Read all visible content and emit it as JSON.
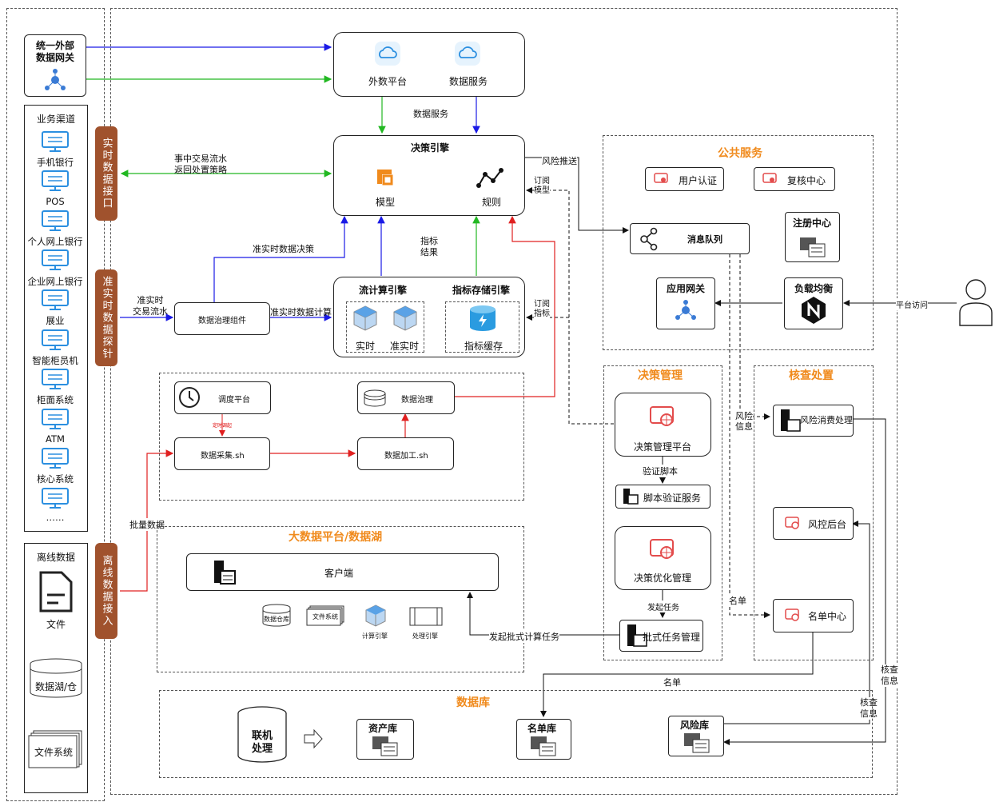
{
  "gateway": {
    "title": "统一外部\n数据网关"
  },
  "channels": {
    "title": "业务渠道",
    "items": [
      "手机银行",
      "POS",
      "个人网上银行",
      "企业网上银行",
      "展业",
      "智能柜员机",
      "柜面系统",
      "ATM",
      "核心系统",
      "……"
    ]
  },
  "offline": {
    "title": "离线数据",
    "file": "文件",
    "lake": "数据湖/仓",
    "fs": "文件系统"
  },
  "vbars": {
    "realtime": "实时数据接口",
    "near": "准实时数据探针",
    "offline": "离线数据接入"
  },
  "external": {
    "left": "外数平台",
    "right": "数据服务",
    "caption": "数据服务"
  },
  "engine": {
    "title": "决策引擎",
    "model": "模型",
    "rules": "规则"
  },
  "labels": {
    "txn_flow": "事中交易流水",
    "return_policy": "返回处置策略",
    "near_decision": "准实时数据决策",
    "metric_result_1": "指标",
    "metric_result_2": "结果",
    "near_flow_1": "准实时",
    "near_flow_2": "交易流水",
    "near_compute": "准实时数据计算",
    "risk_push": "风险推送",
    "sub_model_1": "订阅",
    "sub_model_2": "模型",
    "sub_metric_1": "订阅",
    "sub_metric_2": "指标",
    "batch_data": "批量数据",
    "batch_task": "发起批式计算任务",
    "timer": "定时调起",
    "platform_access": "平台访问",
    "risk_info_1": "风险",
    "risk_info_2": "信息",
    "list_label": "名单",
    "list_label2": "名单",
    "check_info_1": "核查",
    "check_info_2": "信息",
    "check_info_3": "核查",
    "check_info_4": "信息",
    "verify_script": "验证脚本",
    "start_task": "发起任务"
  },
  "governance_component": "数据治理组件",
  "stream": {
    "title": "流计算引擎",
    "rt": "实时",
    "nrt": "准实时"
  },
  "metric_store": {
    "title": "指标存储引擎",
    "cache": "指标缓存"
  },
  "schedule": {
    "platform": "调度平台",
    "gov": "数据治理",
    "collect": "数据采集.sh",
    "process": "数据加工.sh"
  },
  "bigdata": {
    "title": "大数据平台/数据湖",
    "client": "客户端",
    "warehouse": "数据仓库",
    "fs": "文件系统",
    "compute": "计算引擎",
    "process": "处理引擎"
  },
  "public": {
    "title": "公共服务",
    "auth": "用户认证",
    "review": "复核中心",
    "register": "注册中心",
    "mq": "消息队列",
    "appgw": "应用网关",
    "lb": "负载均衡"
  },
  "decision_mgmt": {
    "title": "决策管理",
    "platform": "决策管理平台",
    "script_svc": "脚本验证服务",
    "optimize": "决策优化管理",
    "batch_mgmt": "批式任务管理"
  },
  "check": {
    "title": "核查处置",
    "risk_consume": "风险消费处理",
    "backend": "风控后台",
    "list_center": "名单中心"
  },
  "database": {
    "title": "数据库",
    "online": "联机\n处理",
    "asset": "资产库",
    "list": "名单库",
    "risk": "风险库"
  },
  "colors": {
    "orange": "#f08a1c",
    "brown": "#a0522d",
    "blue": "#1a1ae6",
    "green": "#22b822",
    "red": "#e02020"
  }
}
